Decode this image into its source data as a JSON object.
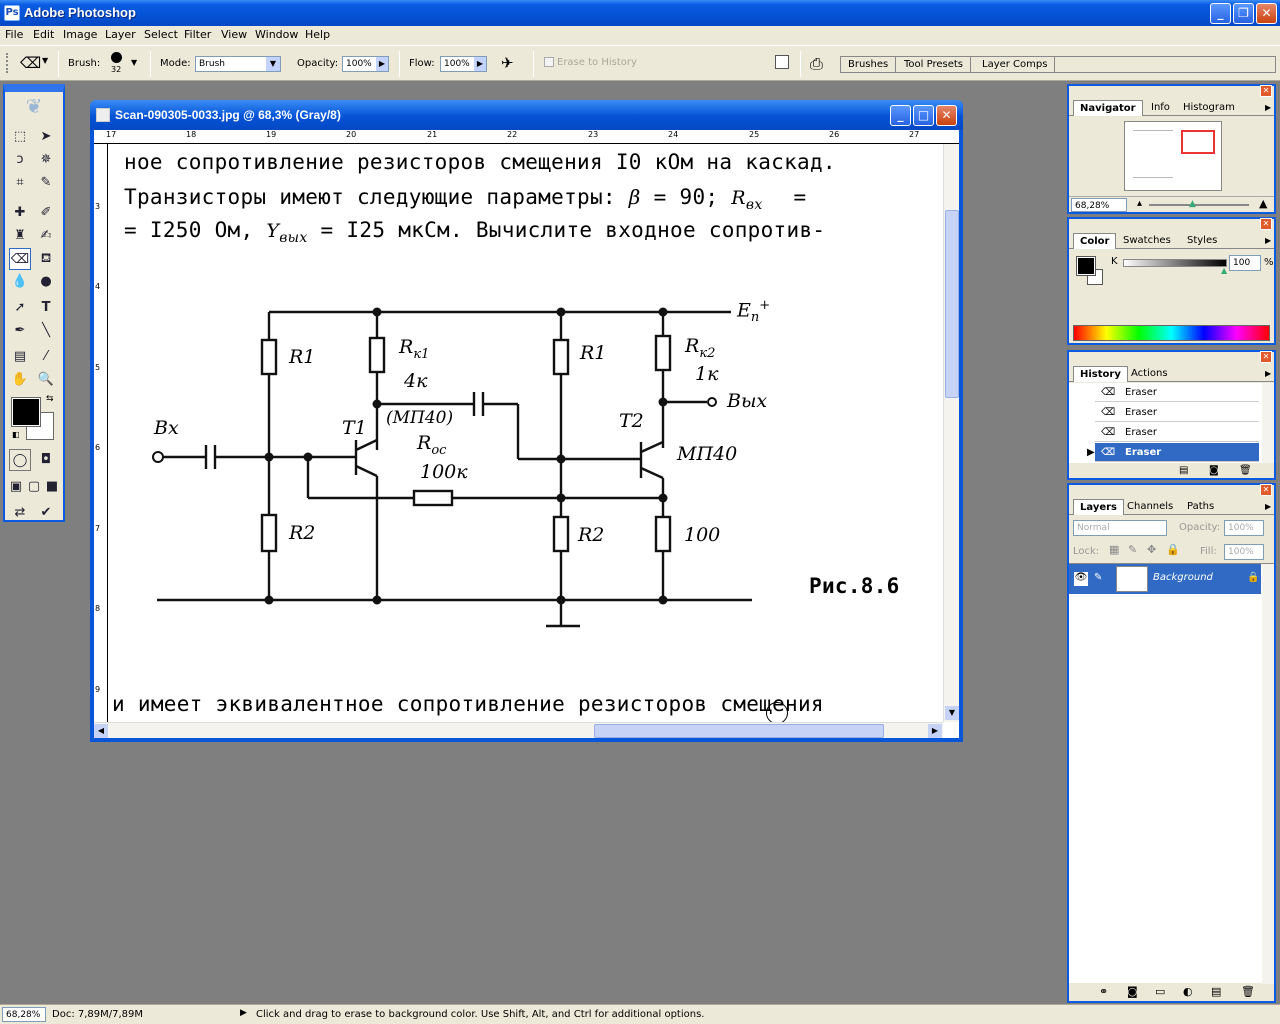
{
  "app": {
    "title": "Adobe Photoshop"
  },
  "menu": [
    "File",
    "Edit",
    "Image",
    "Layer",
    "Select",
    "Filter",
    "View",
    "Window",
    "Help"
  ],
  "options": {
    "brush_label": "Brush:",
    "brush_size": "32",
    "mode_label": "Mode:",
    "mode_value": "Brush",
    "opacity_label": "Opacity:",
    "opacity_value": "100%",
    "flow_label": "Flow:",
    "flow_value": "100%",
    "erase_history": "Erase to History"
  },
  "well_tabs": [
    "Brushes",
    "Tool Presets",
    "Layer Comps"
  ],
  "document": {
    "title": "Scan-090305-0033.jpg @ 68,3% (Gray/8)",
    "ruler_h": [
      "17",
      "18",
      "19",
      "20",
      "21",
      "22",
      "23",
      "24",
      "25",
      "26",
      "27"
    ],
    "ruler_v": [
      "3",
      "4",
      "5",
      "6",
      "7",
      "8",
      "9"
    ],
    "line1": "ное сопротивление резисторов смещения I0 кОм на каскад.",
    "line2a": "Транзисторы имеют следующие параметры:",
    "line2b": "= 90;",
    "line2c": "=",
    "beta": "β",
    "rvx": "R",
    "rvx_sub": "вх",
    "line3a": "= I250 Ом,",
    "yout": "Y",
    "yout_sub": "вых",
    "line3b": "= I25 мкСм. Вычислите входное сопротив-",
    "bottom_line": "и имеет эквивалентное  сопротивление резисторов смещения",
    "schematic": {
      "ep": "E",
      "ep_sub": "п",
      "ep_sup": "+",
      "r1a": "R1",
      "rk1": "R",
      "rk1_sub": "к1",
      "rk1_val": "4к",
      "r1b": "R1",
      "rk2": "R",
      "rk2_sub": "к2",
      "rk2_val": "1к",
      "vyh": "Вых",
      "vx": "Вх",
      "t1": "T1",
      "mp40a": "(МП40)",
      "roc": "R",
      "roc_sub": "ос",
      "roc_val": "100к",
      "t2": "T2",
      "mp40b": "МП40",
      "r2a": "R2",
      "r2b": "R2",
      "r100": "100",
      "fig": "Рис.8.6"
    }
  },
  "navigator": {
    "tabs": [
      "Navigator",
      "Info",
      "Histogram"
    ],
    "zoom": "68,28%"
  },
  "color": {
    "tabs": [
      "Color",
      "Swatches",
      "Styles"
    ],
    "k_label": "K",
    "k_value": "100",
    "pct": "%"
  },
  "history": {
    "tabs": [
      "History",
      "Actions"
    ],
    "items": [
      "Eraser",
      "Eraser",
      "Eraser",
      "Eraser"
    ]
  },
  "layers": {
    "tabs": [
      "Layers",
      "Channels",
      "Paths"
    ],
    "blend": "Normal",
    "opacity_label": "Opacity:",
    "opacity_value": "100%",
    "lock_label": "Lock:",
    "fill_label": "Fill:",
    "fill_value": "100%",
    "layer_name": "Background"
  },
  "status": {
    "zoom": "68,28%",
    "doc": "Doc: 7,89M/7,89M",
    "hint": "Click and drag to erase to background color.  Use Shift, Alt, and Ctrl for additional options."
  },
  "colors": {
    "xp_blue": "#0553d6",
    "chrome": "#ece9d8",
    "workspace": "#7f7f7f",
    "selection": "#316ac5"
  }
}
